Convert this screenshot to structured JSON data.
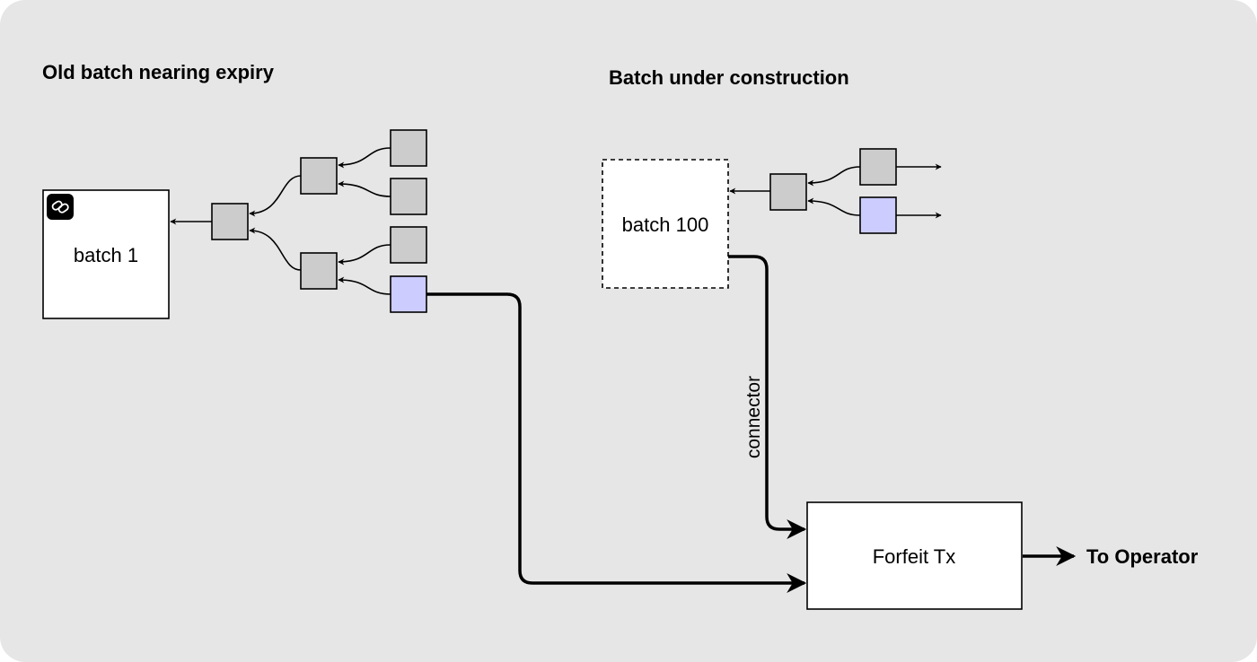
{
  "headings": {
    "old_batch": "Old batch nearing expiry",
    "new_batch": "Batch under construction"
  },
  "nodes": {
    "batch1": "batch 1",
    "batch100": "batch 100",
    "forfeit": "Forfeit Tx"
  },
  "edges": {
    "connector": "connector",
    "to_operator": "To Operator"
  },
  "icons": {
    "batch1_badge": "link-icon"
  },
  "colors": {
    "background": "#e6e6e6",
    "grey_box": "#cccccc",
    "highlight_box": "#ccccff",
    "white_box": "#ffffff",
    "stroke": "#000000"
  }
}
